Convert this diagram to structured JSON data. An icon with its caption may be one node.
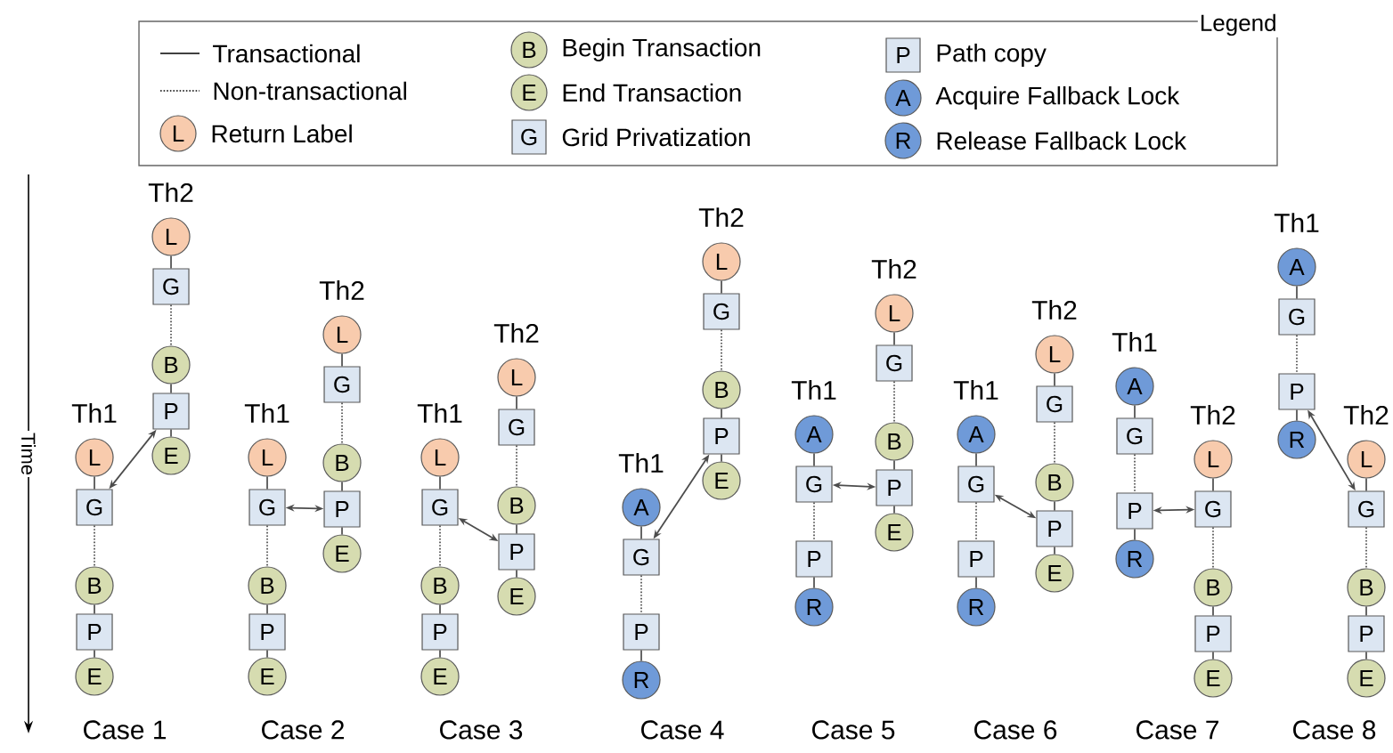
{
  "diagram": {
    "nodes": [
      {
        "text": [
          "L"
        ],
        "beside": [
          "Th1"
        ]
      },
      {
        "text": [
          "G"
        ]
      },
      {
        "text": [
          "B"
        ]
      },
      {
        "text": [
          "P"
        ]
      },
      {
        "text": [
          "E"
        ]
      },
      {
        "text": [
          "L"
        ],
        "beside": [
          "Th2"
        ]
      },
      {
        "text": [
          "G"
        ]
      },
      {
        "text": [
          "B"
        ]
      },
      {
        "text": [
          "P"
        ]
      },
      {
        "text": [
          "E"
        ]
      },
      {
        "text": [
          "L"
        ],
        "beside": [
          "Th1"
        ]
      },
      {
        "text": [
          "G"
        ]
      },
      {
        "text": [
          "B"
        ]
      },
      {
        "text": [
          "P"
        ]
      },
      {
        "text": [
          "E"
        ]
      },
      {
        "text": [
          "L"
        ],
        "beside": [
          "Th2"
        ]
      },
      {
        "text": [
          "G"
        ]
      },
      {
        "text": [
          "B"
        ]
      },
      {
        "text": [
          "P"
        ]
      },
      {
        "text": [
          "E"
        ]
      },
      {
        "text": [
          "L"
        ],
        "beside": [
          "Th1"
        ]
      },
      {
        "text": [
          "G"
        ]
      },
      {
        "text": [
          "B"
        ]
      },
      {
        "text": [
          "P"
        ]
      },
      {
        "text": [
          "E"
        ]
      },
      {
        "text": [
          "L"
        ],
        "beside": [
          "Th2"
        ]
      },
      {
        "text": [
          "G"
        ]
      },
      {
        "text": [
          "B"
        ]
      },
      {
        "text": [
          "P"
        ]
      },
      {
        "text": [
          "E"
        ]
      },
      {
        "text": [
          "A"
        ],
        "beside": [
          "Th1"
        ]
      },
      {
        "text": [
          "G"
        ]
      },
      {
        "text": [
          "P"
        ]
      },
      {
        "text": [
          "R"
        ]
      },
      {
        "text": [
          "L"
        ],
        "beside": [
          "Th2"
        ]
      },
      {
        "text": [
          "G"
        ]
      },
      {
        "text": [
          "B"
        ]
      },
      {
        "text": [
          "P"
        ]
      },
      {
        "text": [
          "E"
        ]
      },
      {
        "text": [
          "A"
        ],
        "beside": [
          "Th1"
        ]
      },
      {
        "text": [
          "G"
        ]
      },
      {
        "text": [
          "P"
        ]
      },
      {
        "text": [
          "R"
        ]
      },
      {
        "text": [
          "L"
        ],
        "beside": [
          "Th2"
        ]
      },
      {
        "text": [
          "G"
        ]
      },
      {
        "text": [
          "B"
        ]
      },
      {
        "text": [
          "P"
        ]
      },
      {
        "text": [
          "E"
        ]
      },
      {
        "text": [
          "A"
        ],
        "beside": [
          "Th1"
        ]
      },
      {
        "text": [
          "G"
        ]
      },
      {
        "text": [
          "P"
        ]
      },
      {
        "text": [
          "R"
        ]
      },
      {
        "text": [
          "L"
        ],
        "beside": [
          "Th2"
        ]
      },
      {
        "text": [
          "G"
        ]
      },
      {
        "text": [
          "B"
        ]
      },
      {
        "text": [
          "P"
        ]
      },
      {
        "text": [
          "E"
        ]
      },
      {
        "text": [
          "A"
        ],
        "beside": [
          "Th1"
        ]
      },
      {
        "text": [
          "G"
        ]
      },
      {
        "text": [
          "P"
        ]
      },
      {
        "text": [
          "R"
        ]
      },
      {
        "text": [
          "L"
        ],
        "beside": [
          "Th2"
        ]
      },
      {
        "text": [
          "G"
        ]
      },
      {
        "text": [
          "B"
        ]
      },
      {
        "text": [
          "P"
        ]
      },
      {
        "text": [
          "E"
        ]
      },
      {
        "text": [
          "A"
        ],
        "beside": [
          "Th1"
        ]
      },
      {
        "text": [
          "G"
        ]
      },
      {
        "text": [
          "P"
        ]
      },
      {
        "text": [
          "R"
        ]
      },
      {
        "text": [
          "L"
        ],
        "beside": [
          "Th2"
        ]
      },
      {
        "text": [
          "G"
        ]
      },
      {
        "text": [
          "B"
        ]
      },
      {
        "text": [
          "P"
        ]
      },
      {
        "text": [
          "E"
        ]
      }
    ],
    "edges": [
      {
        "from": 0,
        "to": 1,
        "arrow": "none"
      },
      {
        "from": 1,
        "to": 2,
        "arrow": "none",
        "style": "dashed"
      },
      {
        "from": 2,
        "to": 3,
        "arrow": "none"
      },
      {
        "from": 3,
        "to": 4,
        "arrow": "none"
      },
      {
        "from": 5,
        "to": 6,
        "arrow": "none"
      },
      {
        "from": 6,
        "to": 7,
        "arrow": "none",
        "style": "dashed"
      },
      {
        "from": 7,
        "to": 8,
        "arrow": "none"
      },
      {
        "from": 8,
        "to": 9,
        "arrow": "none"
      },
      {
        "from": 1,
        "to": 8,
        "arrow": "both"
      },
      {
        "from": 10,
        "to": 11,
        "arrow": "none"
      },
      {
        "from": 11,
        "to": 12,
        "arrow": "none",
        "style": "dashed"
      },
      {
        "from": 12,
        "to": 13,
        "arrow": "none"
      },
      {
        "from": 13,
        "to": 14,
        "arrow": "none"
      },
      {
        "from": 15,
        "to": 16,
        "arrow": "none"
      },
      {
        "from": 16,
        "to": 17,
        "arrow": "none",
        "style": "dashed"
      },
      {
        "from": 17,
        "to": 18,
        "arrow": "none"
      },
      {
        "from": 18,
        "to": 19,
        "arrow": "none"
      },
      {
        "from": 11,
        "to": 18,
        "arrow": "both"
      },
      {
        "from": 20,
        "to": 21,
        "arrow": "none"
      },
      {
        "from": 21,
        "to": 22,
        "arrow": "none",
        "style": "dashed"
      },
      {
        "from": 22,
        "to": 23,
        "arrow": "none"
      },
      {
        "from": 23,
        "to": 24,
        "arrow": "none"
      },
      {
        "from": 25,
        "to": 26,
        "arrow": "none"
      },
      {
        "from": 26,
        "to": 27,
        "arrow": "none",
        "style": "dashed"
      },
      {
        "from": 27,
        "to": 28,
        "arrow": "none"
      },
      {
        "from": 28,
        "to": 29,
        "arrow": "none"
      },
      {
        "from": 21,
        "to": 28,
        "arrow": "both"
      },
      {
        "from": 30,
        "to": 31,
        "arrow": "none"
      },
      {
        "from": 31,
        "to": 32,
        "arrow": "none",
        "style": "dashed"
      },
      {
        "from": 32,
        "to": 33,
        "arrow": "none"
      },
      {
        "from": 34,
        "to": 35,
        "arrow": "none"
      },
      {
        "from": 35,
        "to": 36,
        "arrow": "none",
        "style": "dashed"
      },
      {
        "from": 36,
        "to": 37,
        "arrow": "none"
      },
      {
        "from": 37,
        "to": 38,
        "arrow": "none"
      },
      {
        "from": 31,
        "to": 37,
        "arrow": "both"
      },
      {
        "from": 39,
        "to": 40,
        "arrow": "none"
      },
      {
        "from": 40,
        "to": 41,
        "arrow": "none",
        "style": "dashed"
      },
      {
        "from": 41,
        "to": 42,
        "arrow": "none"
      },
      {
        "from": 43,
        "to": 44,
        "arrow": "none"
      },
      {
        "from": 44,
        "to": 45,
        "arrow": "none",
        "style": "dashed"
      },
      {
        "from": 45,
        "to": 46,
        "arrow": "none"
      },
      {
        "from": 46,
        "to": 47,
        "arrow": "none"
      },
      {
        "from": 40,
        "to": 46,
        "arrow": "both"
      },
      {
        "from": 48,
        "to": 49,
        "arrow": "none"
      },
      {
        "from": 49,
        "to": 50,
        "arrow": "none",
        "style": "dashed"
      },
      {
        "from": 50,
        "to": 51,
        "arrow": "none"
      },
      {
        "from": 52,
        "to": 53,
        "arrow": "none"
      },
      {
        "from": 53,
        "to": 54,
        "arrow": "none",
        "style": "dashed"
      },
      {
        "from": 54,
        "to": 55,
        "arrow": "none"
      },
      {
        "from": 55,
        "to": 56,
        "arrow": "none"
      },
      {
        "from": 49,
        "to": 55,
        "arrow": "both"
      },
      {
        "from": 57,
        "to": 58,
        "arrow": "none"
      },
      {
        "from": 58,
        "to": 59,
        "arrow": "none",
        "style": "dashed"
      },
      {
        "from": 59,
        "to": 60,
        "arrow": "none"
      },
      {
        "from": 61,
        "to": 62,
        "arrow": "none"
      },
      {
        "from": 62,
        "to": 63,
        "arrow": "none",
        "style": "dashed"
      },
      {
        "from": 63,
        "to": 64,
        "arrow": "none"
      },
      {
        "from": 64,
        "to": 65,
        "arrow": "none"
      },
      {
        "from": 59,
        "to": 62,
        "arrow": "both"
      },
      {
        "from": 66,
        "to": 67,
        "arrow": "none"
      },
      {
        "from": 67,
        "to": 68,
        "arrow": "none",
        "style": "dashed"
      },
      {
        "from": 68,
        "to": 69,
        "arrow": "none"
      },
      {
        "from": 70,
        "to": 71,
        "arrow": "none"
      },
      {
        "from": 71,
        "to": 72,
        "arrow": "none",
        "style": "dashed"
      },
      {
        "from": 72,
        "to": 73,
        "arrow": "none"
      },
      {
        "from": 73,
        "to": 74,
        "arrow": "none"
      },
      {
        "from": 68,
        "to": 71,
        "arrow": "both"
      }
    ],
    "labels": [
      "Legend",
      "L",
      "B",
      "E",
      "G",
      "P",
      "A",
      "R",
      "Time",
      "Case 1",
      "Case 2",
      "Case 3",
      "Case 4",
      "Case 5",
      "Case 6",
      "Case 7",
      "Case 8"
    ],
    "legend": [
      {
        "text": "Transactional"
      },
      {
        "text": "Non-transactional"
      },
      {
        "text": "Return Label",
        "color": "#f8cbad"
      },
      {
        "text": "Begin Transaction",
        "color": "#d6dcb0"
      },
      {
        "text": "End Transaction",
        "color": "#d6dcb0"
      },
      {
        "text": "Grid Privatization",
        "color": "#dce6f2"
      },
      {
        "text": "Path copy",
        "color": "#dce6f2"
      },
      {
        "text": "Acquire Fallback Lock",
        "color": "#6f9ad8"
      },
      {
        "text": "Release Fallback Lock",
        "color": "#6f9ad8"
      }
    ]
  }
}
